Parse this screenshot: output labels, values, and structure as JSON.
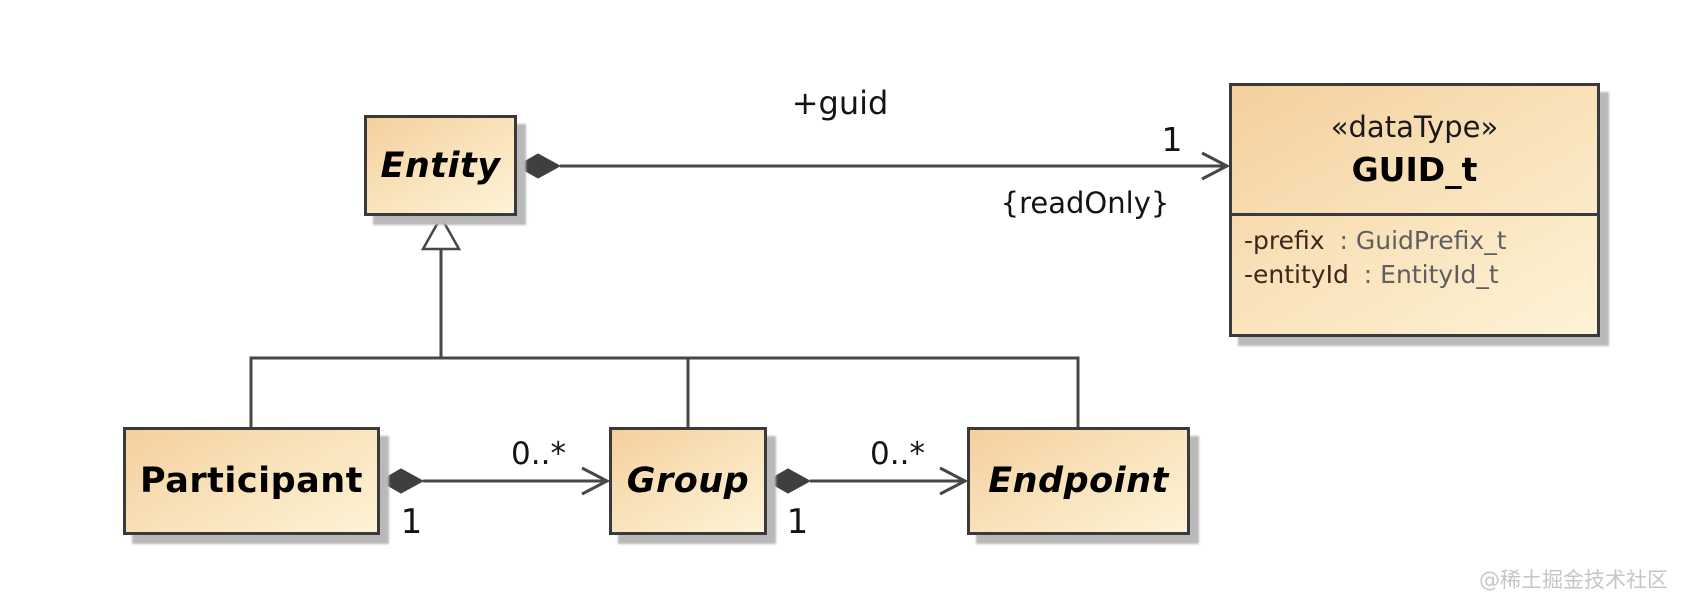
{
  "classes": {
    "entity": {
      "name": "Entity"
    },
    "guid_t": {
      "stereotype": "«dataType»",
      "name": "GUID_t",
      "attributes": [
        {
          "name": "-prefix",
          "type": ": GuidPrefix_t"
        },
        {
          "name": "-entityId",
          "type": ": EntityId_t"
        }
      ]
    },
    "participant": {
      "name": "Participant"
    },
    "group": {
      "name": "Group"
    },
    "endpoint": {
      "name": "Endpoint"
    }
  },
  "associations": {
    "entity_guid": {
      "role": "+guid",
      "multiplicity": "1",
      "constraint": "{readOnly}"
    },
    "participant_group": {
      "target_multiplicity": "0..*",
      "source_multiplicity": "1"
    },
    "group_endpoint": {
      "target_multiplicity": "0..*",
      "source_multiplicity": "1"
    }
  },
  "watermark": "@稀土掘金技术社区",
  "colors": {
    "box_fill_start": "#f5cf9e",
    "box_fill_end": "#fdf3d6",
    "box_border": "#3a3a3a",
    "connector_line": "#474747",
    "attribute_name": "#42251b",
    "attribute_type": "#5f5f5f",
    "watermark_gray": "#c6c6c6"
  }
}
